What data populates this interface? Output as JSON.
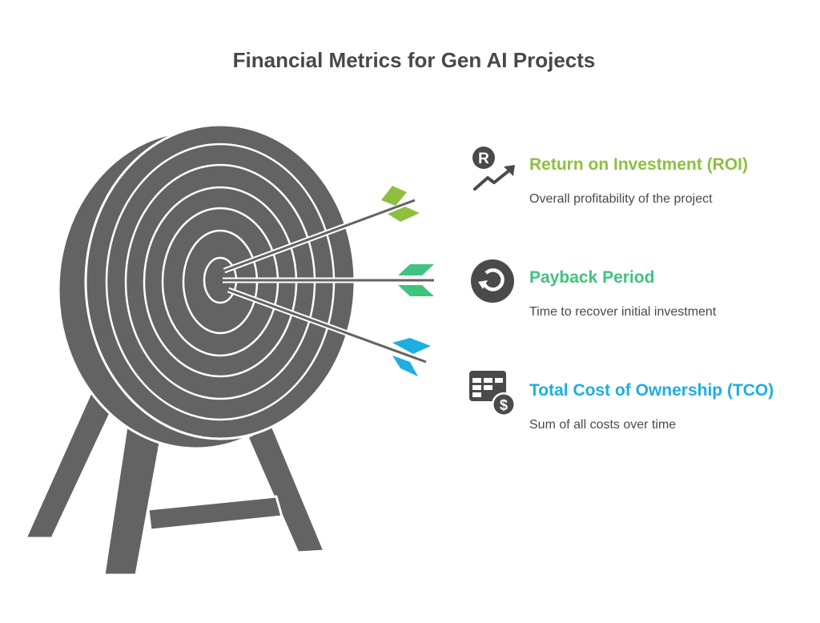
{
  "title": "Financial Metrics for Gen AI Projects",
  "colors": {
    "roi": "#8dc03f",
    "payback": "#3ec47e",
    "tco": "#1eaee0",
    "dark": "#5f5f5f"
  },
  "items": [
    {
      "icon": "roi-chart-icon",
      "heading": "Return on Investment (ROI)",
      "description": "Overall profitability of the project"
    },
    {
      "icon": "payback-refresh-icon",
      "heading": "Payback Period",
      "description": "Time to recover initial investment"
    },
    {
      "icon": "cost-table-dollar-icon",
      "heading": "Total Cost of Ownership (TCO)",
      "description": "Sum of all costs over time"
    }
  ]
}
